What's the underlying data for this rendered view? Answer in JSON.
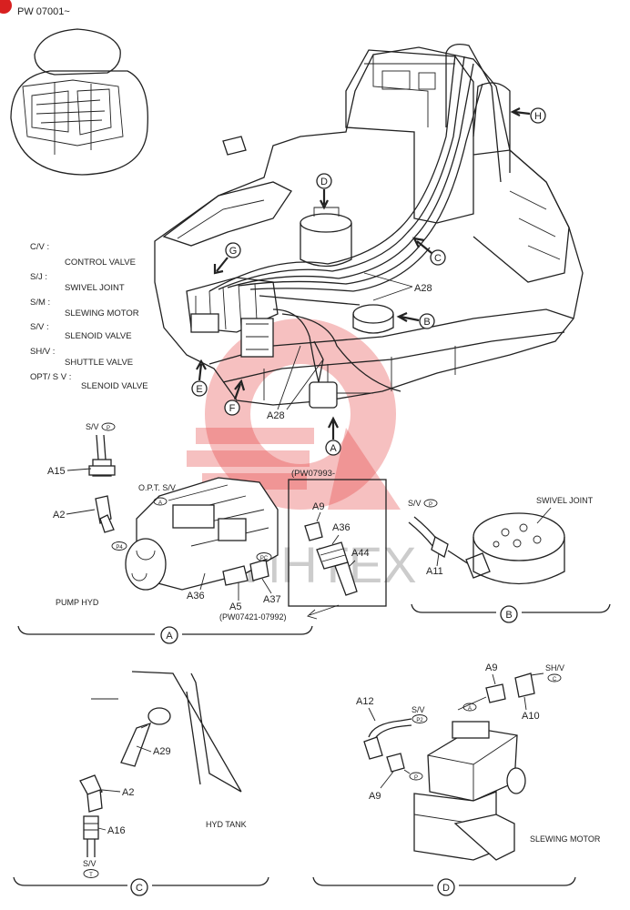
{
  "header": {
    "series_ref": "PW 07001~"
  },
  "legend": [
    {
      "code": "C/V :",
      "desc": "CONTROL VALVE"
    },
    {
      "code": "S/J :",
      "desc": "SWIVEL JOINT"
    },
    {
      "code": "S/M :",
      "desc": "SLEWING MOTOR"
    },
    {
      "code": "S/V :",
      "desc": "SLENOID VALVE"
    },
    {
      "code": "SH/V :",
      "desc": "SHUTTLE VALVE"
    },
    {
      "code": "OPT/ S V :",
      "desc": "SLENOID VALVE"
    }
  ],
  "main": {
    "callouts": {
      "a": "A",
      "b": "B",
      "c": "C",
      "d": "D",
      "e": "E",
      "f": "F",
      "g": "G",
      "h": "H"
    },
    "a28_top": "A28",
    "a28_bottom": "A28"
  },
  "view_a": {
    "sv": "S/V",
    "p": "P",
    "a15": "A15",
    "a2": "A2",
    "p4": "P4",
    "opt_sv": "O.P.T. S/V",
    "a": "A",
    "pump": "PUMP HYD",
    "a36": "A36",
    "pc": "PC",
    "a37": "A37",
    "a5": "A5",
    "a5_range": "(PW07421-07992)",
    "footer": "A"
  },
  "inset": {
    "title": "(PW07993-",
    "a9": "A9",
    "a36": "A36",
    "a44": "A44"
  },
  "view_b": {
    "sv": "S/V",
    "p": "P",
    "a11": "A11",
    "swivel": "SWIVEL JOINT",
    "footer": "B"
  },
  "view_c": {
    "a29": "A29",
    "a2": "A2",
    "a16": "A16",
    "tank": "HYD TANK",
    "sv": "S/V",
    "t": "T",
    "footer": "C"
  },
  "view_d": {
    "a9_top": "A9",
    "shv": "SH/V",
    "c": "C",
    "a10": "A10",
    "a12": "A12",
    "sv": "S/V",
    "p2": "P2",
    "a": "A",
    "p": "P",
    "a9_bottom": "A9",
    "slewing": "SLEWING MOTOR",
    "footer": "D"
  },
  "watermark": "ИНТЕХ"
}
